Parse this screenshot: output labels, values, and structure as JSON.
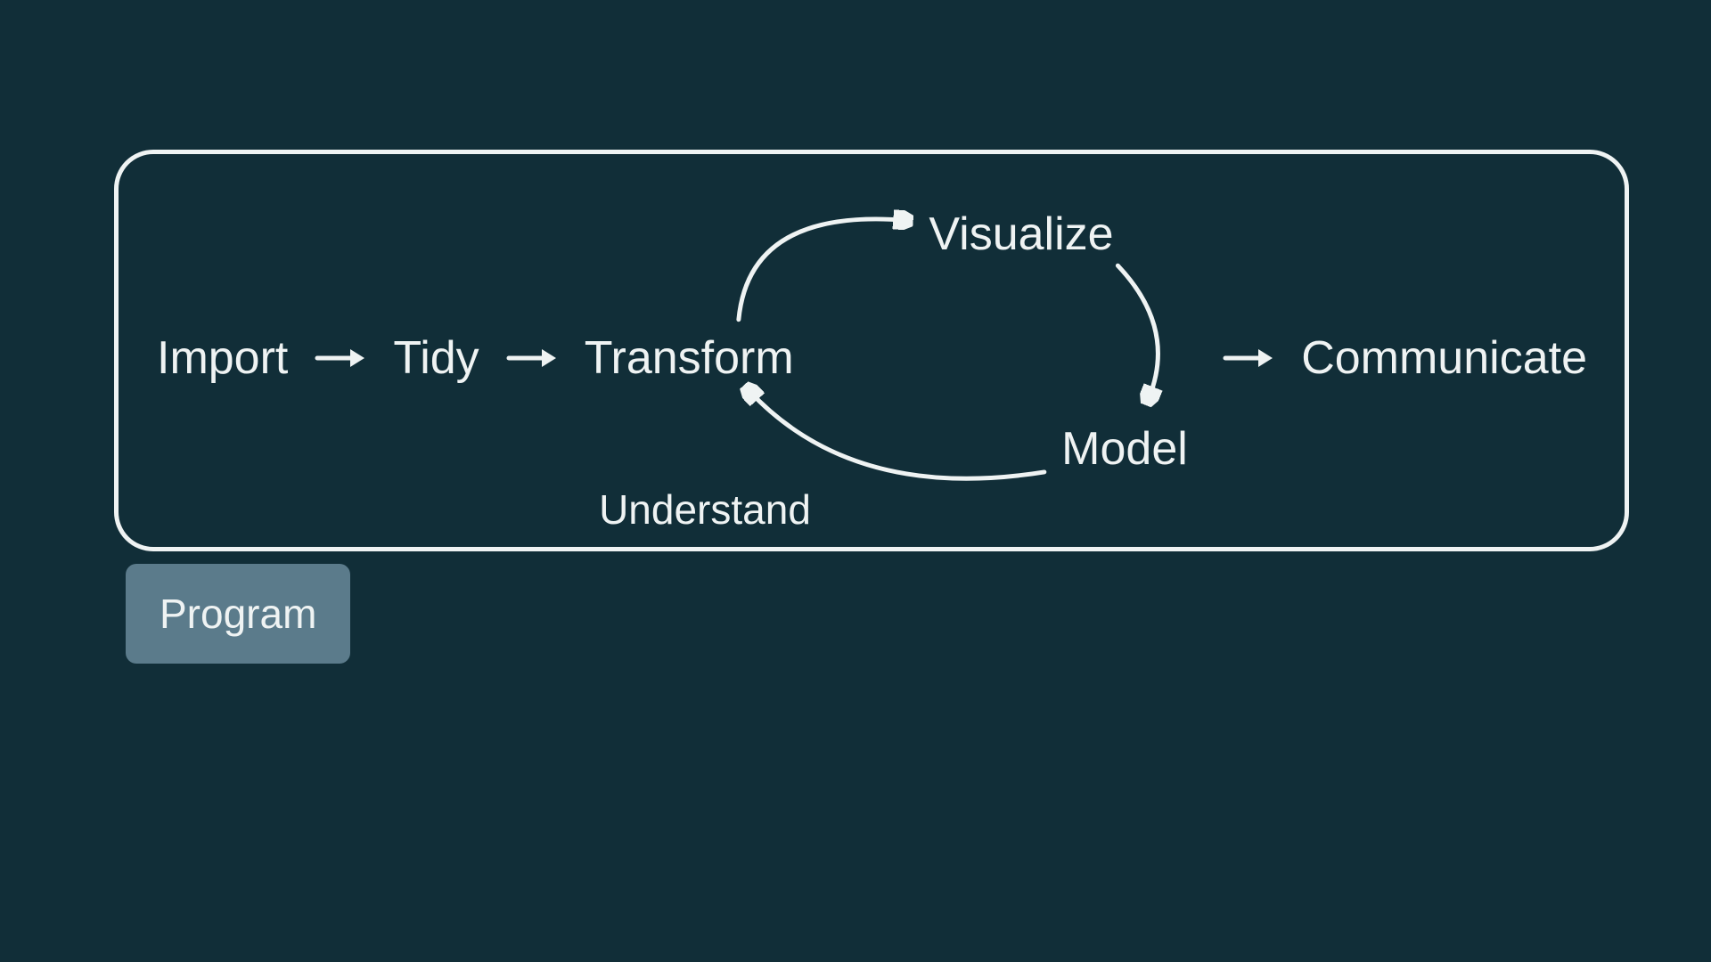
{
  "colors": {
    "background": "#112e38",
    "text": "#eff3f3",
    "box_border": "#eff3f3",
    "badge_bg": "#5b7b8b"
  },
  "icons": {
    "arrow_right": "→"
  },
  "diagram": {
    "pipeline": {
      "import": "Import",
      "tidy": "Tidy",
      "transform": "Transform",
      "communicate": "Communicate"
    },
    "cycle": {
      "visualize": "Visualize",
      "model": "Model",
      "caption": "Understand"
    },
    "badge": "Program"
  }
}
